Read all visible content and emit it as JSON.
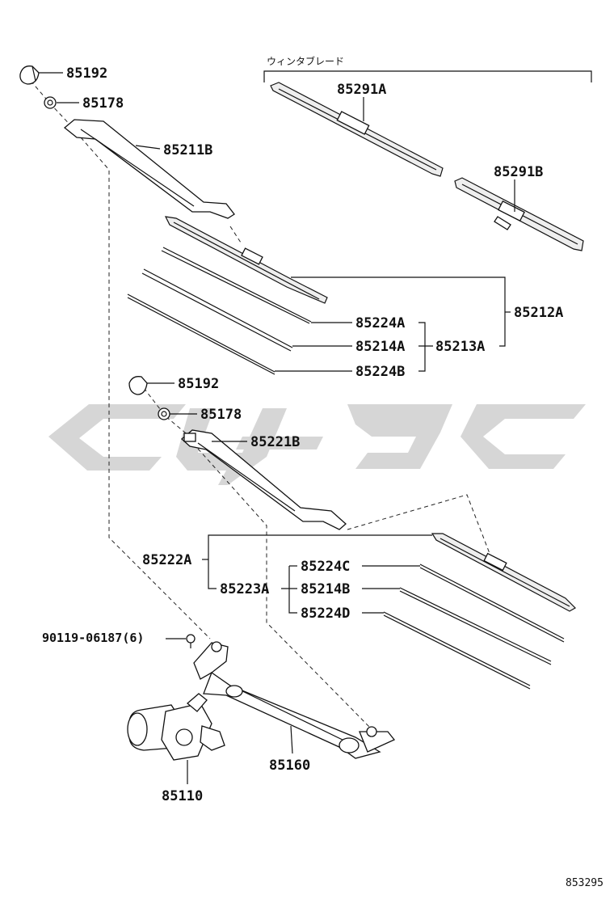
{
  "group_title": "ウィンタブレード",
  "diagram_ref": "853295",
  "watermark": "",
  "parts": {
    "p85192a": "85192",
    "p85178a": "85178",
    "p85211b": "85211B",
    "p85291a": "85291A",
    "p85291b": "85291B",
    "p85212a": "85212A",
    "p85224a": "85224A",
    "p85214a": "85214A",
    "p85213a": "85213A",
    "p85224b": "85224B",
    "p85192b": "85192",
    "p85178b": "85178",
    "p85221b": "85221B",
    "p85222a": "85222A",
    "p85224c": "85224C",
    "p85223a": "85223A",
    "p85214b": "85214B",
    "p85224d": "85224D",
    "p90119": "90119-06187(6)",
    "p85160": "85160",
    "p85110": "85110"
  }
}
